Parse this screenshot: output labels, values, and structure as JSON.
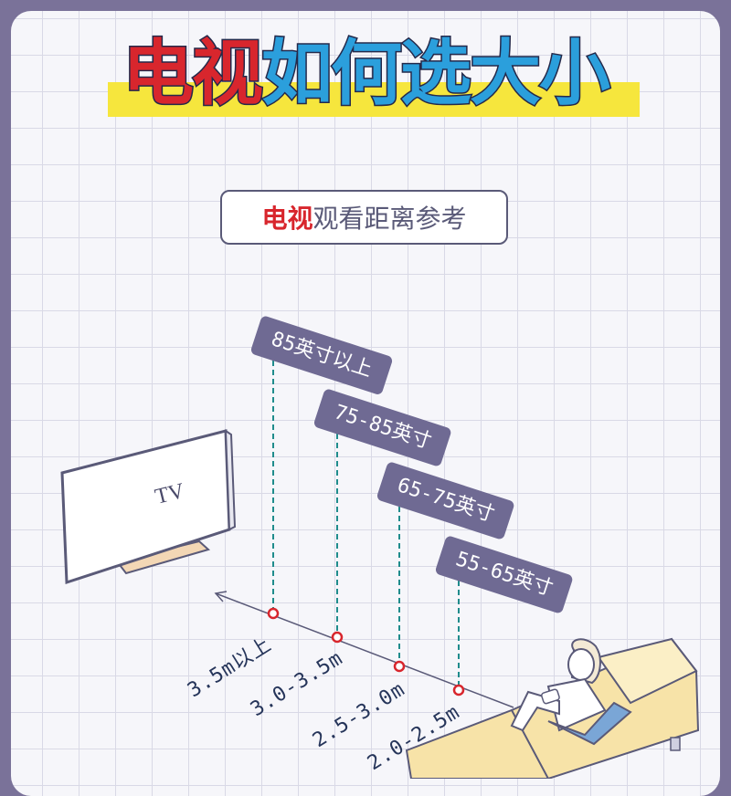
{
  "title": {
    "part1": "电视",
    "part2": "如何选大小"
  },
  "subtitle": {
    "highlight": "电视",
    "rest": "观看距离参考"
  },
  "tv": {
    "label": "TV"
  },
  "sizes": [
    {
      "size": "85英寸以上",
      "distance": "3.5m以上"
    },
    {
      "size": "75-85英寸",
      "distance": "3.0-3.5m"
    },
    {
      "size": "65-75英寸",
      "distance": "2.5-3.0m"
    },
    {
      "size": "55-65英寸",
      "distance": "2.0-2.5m"
    }
  ],
  "colors": {
    "background": "#7a7299",
    "title_red": "#d8262d",
    "title_blue": "#2b9fdc",
    "highlight_bar": "#f6e63d",
    "tag_fill": "#6f6a93",
    "marker": "#d8262d",
    "guide_line": "#1f8c8c"
  }
}
